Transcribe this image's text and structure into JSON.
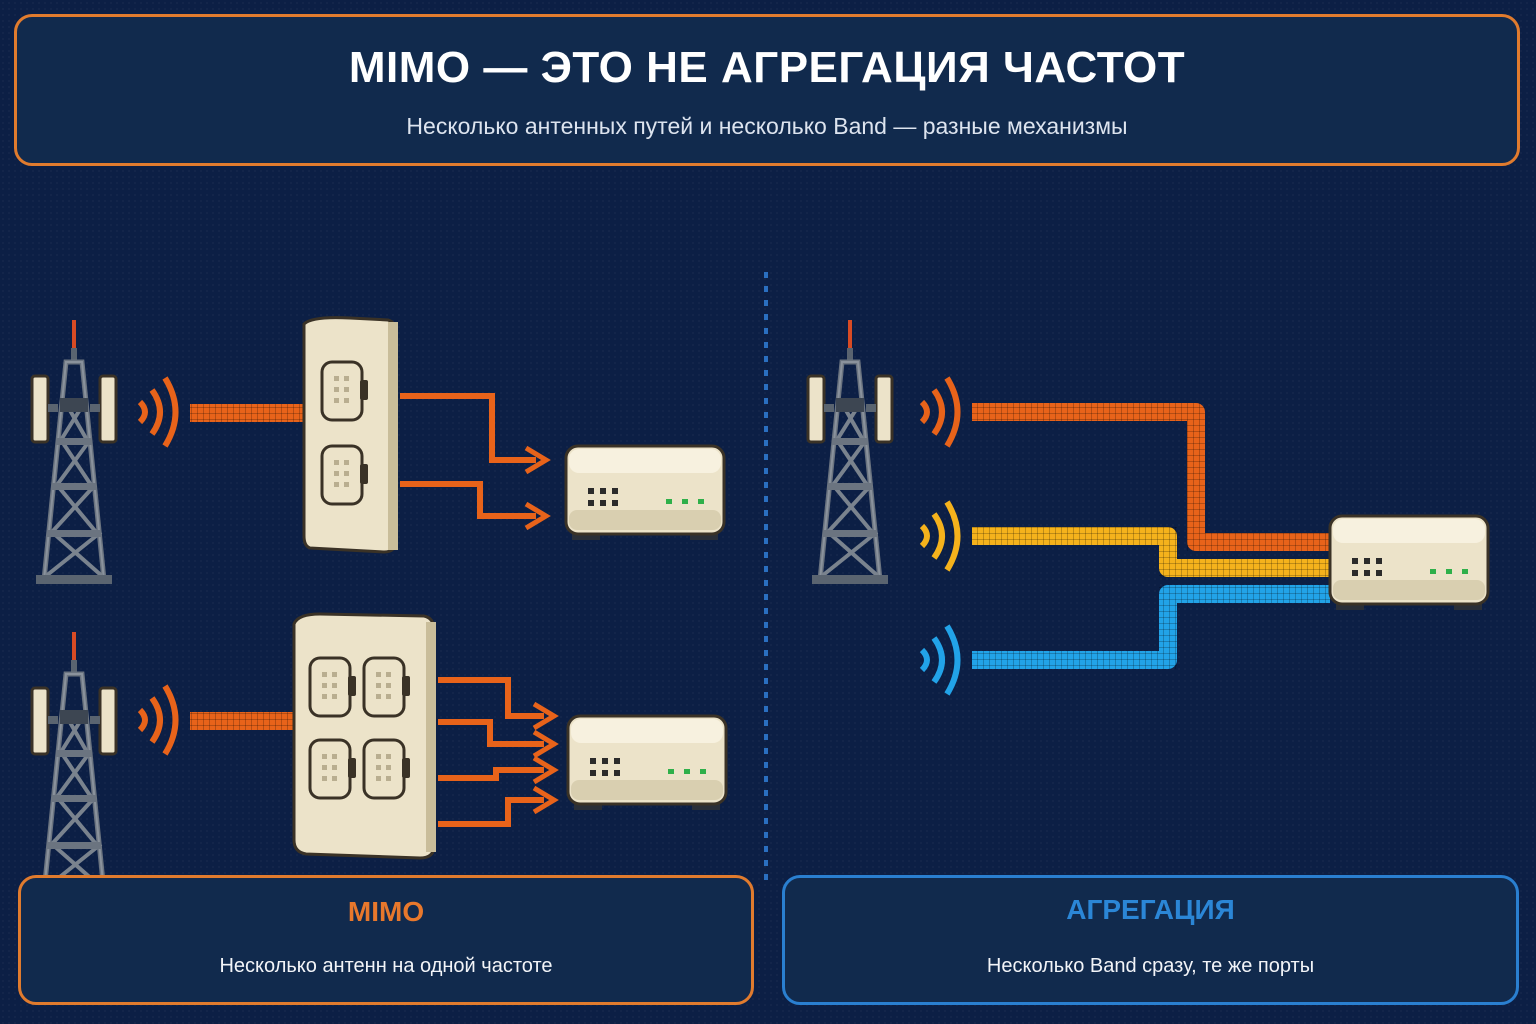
{
  "header": {
    "title": "MIMO — ЭТО НЕ АГРЕГАЦИЯ ЧАСТОТ",
    "subtitle": "Несколько антенных путей и несколько Band — разные механизмы"
  },
  "cards": {
    "mimo": {
      "title": "MIMO",
      "description": "Несколько антенн на одной частоте"
    },
    "aggregation": {
      "title": "АГРЕГАЦИЯ",
      "description": "Несколько Band сразу, те же порты"
    }
  },
  "colors": {
    "background": "#0c1f45",
    "panel": "#112a4d",
    "mimo_accent": "#e07b2e",
    "aggregation_accent": "#2a7fd0",
    "band_orange": "#e8631a",
    "band_yellow": "#f5b21c",
    "band_blue": "#22a3e8",
    "device_body": "#ece3c9"
  },
  "icons": {
    "tower": "cell-tower-icon",
    "antenna_2x2": "panel-antenna-2-port-icon",
    "antenna_4x4": "panel-antenna-4-port-icon",
    "router": "router-icon",
    "signal": "signal-waves-icon"
  }
}
